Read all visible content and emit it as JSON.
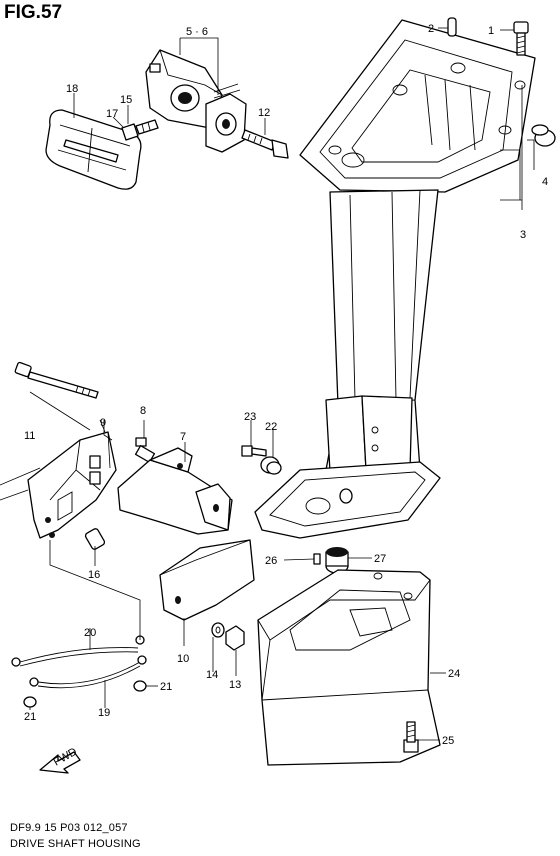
{
  "figure": {
    "title": "FIG.57",
    "code": "DF9.9 15 P03 012_057",
    "name": "DRIVE SHAFT HOUSING"
  },
  "callouts": {
    "p1": "1",
    "p2": "2",
    "p3": "3",
    "p4": "4",
    "p56": "5 · 6",
    "p7": "7",
    "p8": "8",
    "p9": "9",
    "p10": "10",
    "p11": "11",
    "p12": "12",
    "p13": "13",
    "p14": "14",
    "p15": "15",
    "p16": "16",
    "p17": "17",
    "p18": "18",
    "p19": "19",
    "p20": "20",
    "p21a": "21",
    "p21b": "21",
    "p22": "22",
    "p23": "23",
    "p24": "24",
    "p25": "25",
    "p26": "26",
    "p27": "27"
  },
  "fwd_label": "FWD"
}
